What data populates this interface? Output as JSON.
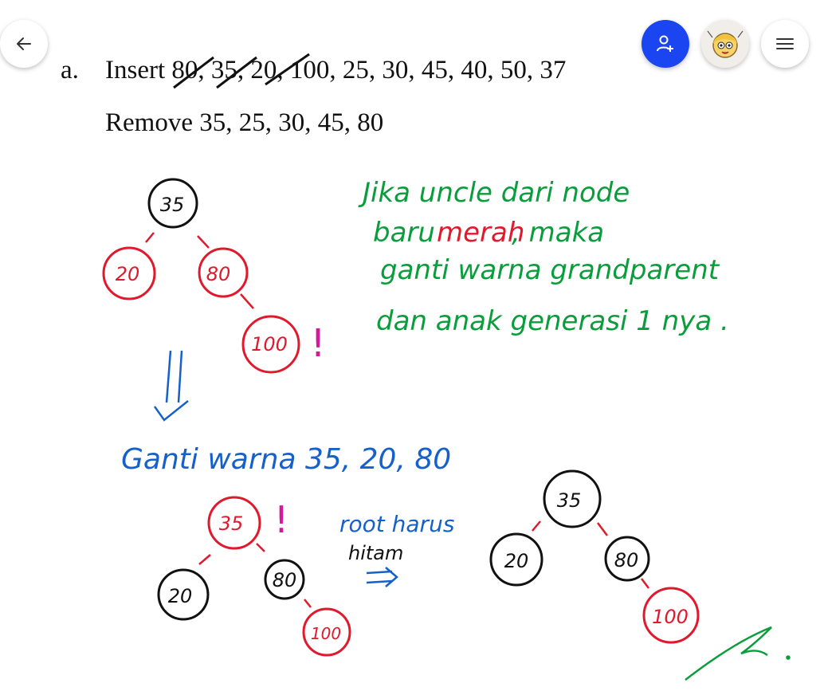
{
  "document": {
    "item_label": "a.",
    "insert_line": "Insert 80, 35, 20, 100, 25, 30, 45, 40, 50, 37",
    "remove_line": "Remove 35, 25, 30, 45, 80"
  },
  "toolbar": {
    "back_icon": "arrow-left-icon",
    "share_icon": "add-person-icon",
    "menu_icon": "hamburger-menu-icon",
    "share_color": "#1a45f0"
  },
  "annotations": {
    "note_lines": [
      "Jika uncle dari node",
      "baru",
      "merah",
      ", maka",
      "ganti warna grandparent",
      "dan anak generasi 1 nya ."
    ],
    "recolor_note": "Ganti warna 35, 20, 80",
    "root_note_line1": "root harus",
    "root_note_line2": "hitam",
    "bang": "!"
  },
  "trees": {
    "tree1": [
      "35",
      "20",
      "80",
      "100"
    ],
    "tree2": [
      "35",
      "20",
      "80",
      "100"
    ],
    "tree3": [
      "35",
      "20",
      "80",
      "100"
    ]
  },
  "colors": {
    "red": "#e0192c",
    "black": "#111111",
    "green": "#0a9d3c",
    "blue": "#1560c9",
    "magenta": "#d6199a"
  }
}
